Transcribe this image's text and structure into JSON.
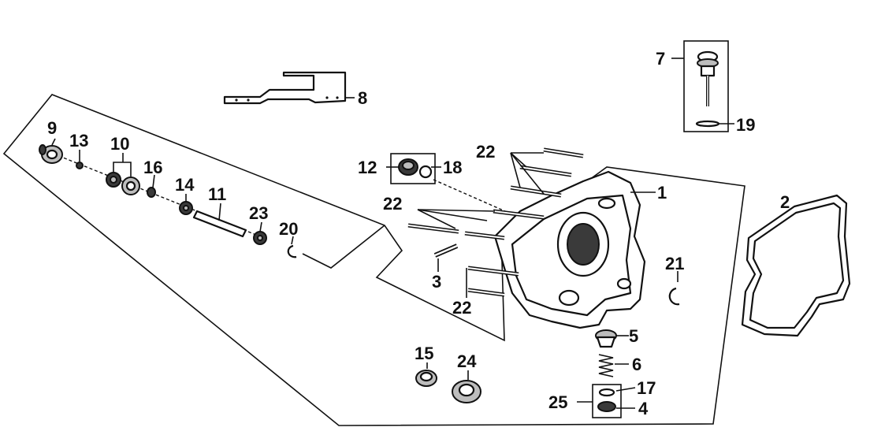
{
  "colors": {
    "ink": "#111111",
    "paper": "#ffffff",
    "shade": "#3a3a3a",
    "grey": "#bdbdbd"
  },
  "callouts": {
    "c1": "1",
    "c2": "2",
    "c3": "3",
    "c4": "4",
    "c5": "5",
    "c6": "6",
    "c7": "7",
    "c8": "8",
    "c9": "9",
    "c10": "10",
    "c11": "11",
    "c12": "12",
    "c13": "13",
    "c14": "14",
    "c15": "15",
    "c16": "16",
    "c17": "17",
    "c18": "18",
    "c19": "19",
    "c20": "20",
    "c21": "21",
    "c22a": "22",
    "c22b": "22",
    "c22c": "22",
    "c23": "23",
    "c24": "24",
    "c25": "25"
  },
  "parts": {
    "crankcase_cover": "crankcase-cover-right",
    "gasket": "cover-gasket",
    "dipstick": "oil-level-gauge",
    "bracket": "bracket",
    "shaft_assembly": "water-pump-shaft-assembly",
    "oil_filter_screen": "oil-strainer-cap"
  }
}
